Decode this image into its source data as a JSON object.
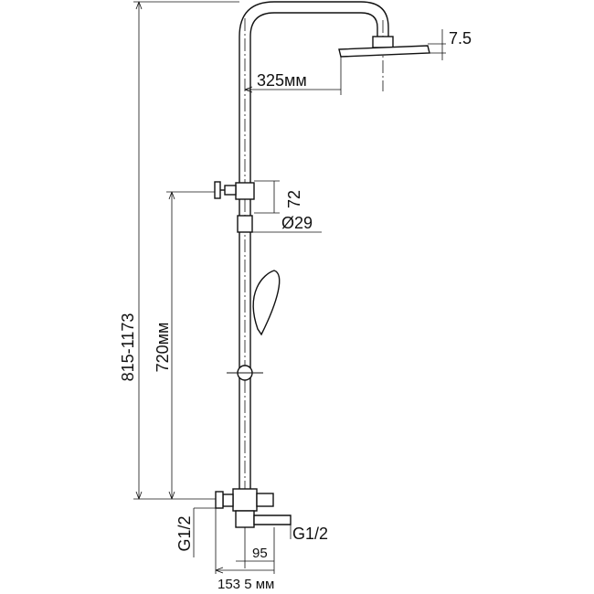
{
  "drawing": {
    "labels": {
      "head_thickness": "7.5",
      "head_diameter": "325мм",
      "holder_height": "72",
      "pipe_diameter": "Ø29",
      "total_height": "815-1173",
      "mixer_to_holder": "720мм",
      "inlet_left": "G1/2",
      "outlet_right": "G1/2",
      "spout_length": "95",
      "inlet_spacing": "153 5 мм"
    }
  }
}
